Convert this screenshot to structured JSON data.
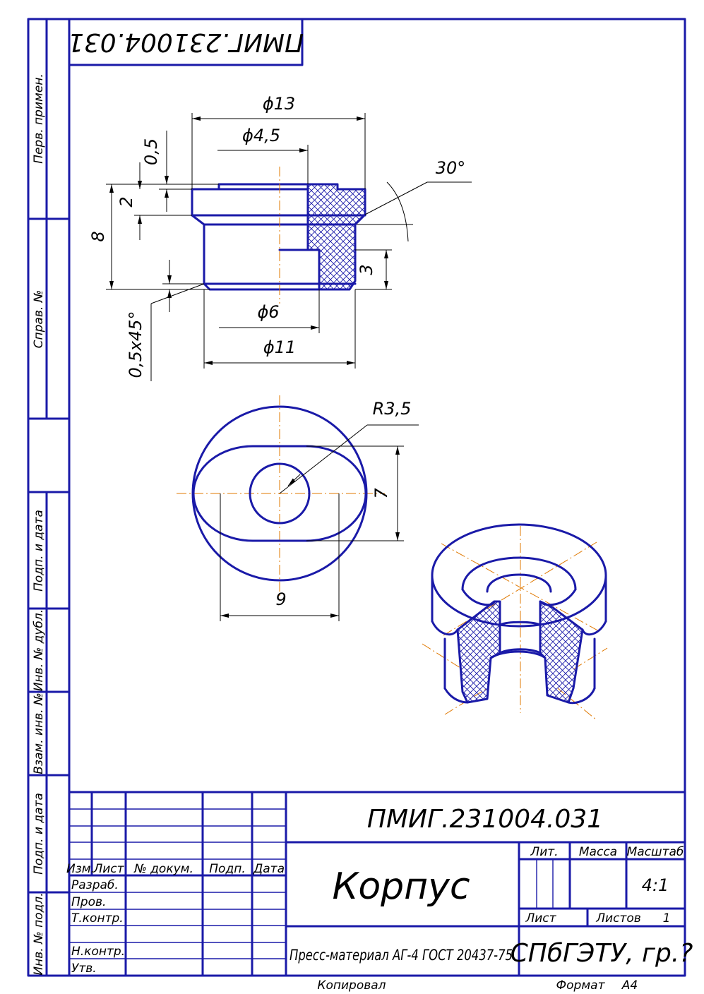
{
  "document_code": "ПМИГ.231004.031",
  "document_code_rotated": "ПМИГ.231004.031",
  "side_strip": {
    "perv_primen": "Перв. примен.",
    "sprav_no": "Справ. №",
    "podp_data_1": "Подп. и дата",
    "inv_no_dubl": "Инв. № дубл.",
    "vzam_inv_no": "Взам. инв. №",
    "podp_data_2": "Подп. и дата",
    "inv_no_podl": "Инв. № подл."
  },
  "dimensions": {
    "d13": "ϕ13",
    "d4_5": "ϕ4,5",
    "h0_5": "0,5",
    "h2": "2",
    "h8": "8",
    "angle30": "30°",
    "h3": "3",
    "d6": "ϕ6",
    "d11": "ϕ11",
    "chamfer": "0,5x45°",
    "r3_5": "R3,5",
    "w7": "7",
    "w9": "9"
  },
  "title_block": {
    "headers": {
      "izm": "Изм.",
      "list": "Лист",
      "doc_no": "№ докум.",
      "podp": "Подп.",
      "data": "Дата"
    },
    "roles": {
      "razrab": "Разраб.",
      "prov": "Пров.",
      "tkontr": "Т.контр.",
      "nkontr": "Н.контр.",
      "utv": "Утв."
    },
    "part_name": "Корпус",
    "material": "Пресс-материал АГ-4 ГОСТ 20437-75",
    "lit_label": "Лит.",
    "massa_label": "Масса",
    "masshtab_label": "Масштаб",
    "scale": "4:1",
    "list_label": "Лист",
    "listov_label": "Листов",
    "listov_value": "1",
    "organization": "СПбГЭТУ, гр.?"
  },
  "footer": {
    "kopiroval": "Копировал",
    "format_label": "Формат",
    "format_value": "А4"
  }
}
